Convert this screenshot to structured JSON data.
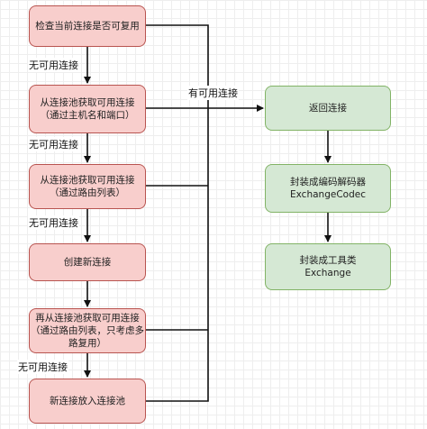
{
  "nodes": {
    "check_current": [
      "检查当前连接是否可复用"
    ],
    "pool_by_host": [
      "从连接池获取可用连接",
      "（通过主机名和端口）"
    ],
    "pool_by_route": [
      "从连接池获取可用连接",
      "（通过路由列表）"
    ],
    "create_new": [
      "创建新连接"
    ],
    "pool_again": [
      "再从连接池获取可用连接",
      "（通过路由列表，只考虑多",
      "路复用）"
    ],
    "put_in_pool": [
      "新连接放入连接池"
    ],
    "return_conn": [
      "返回连接"
    ],
    "wrap_codec": [
      "封装成编码解码器",
      "ExchangeCodec"
    ],
    "wrap_exchange": [
      "封装成工具类",
      "Exchange"
    ]
  },
  "edge_labels": {
    "no_conn_1": "无可用连接",
    "no_conn_2": "无可用连接",
    "no_conn_3": "无可用连接",
    "no_conn_4": "无可用连接",
    "has_conn": "有可用连接"
  },
  "colors": {
    "red_fill": "#f8cecc",
    "red_stroke": "#b85450",
    "green_fill": "#d5e8d4",
    "green_stroke": "#82b366"
  }
}
